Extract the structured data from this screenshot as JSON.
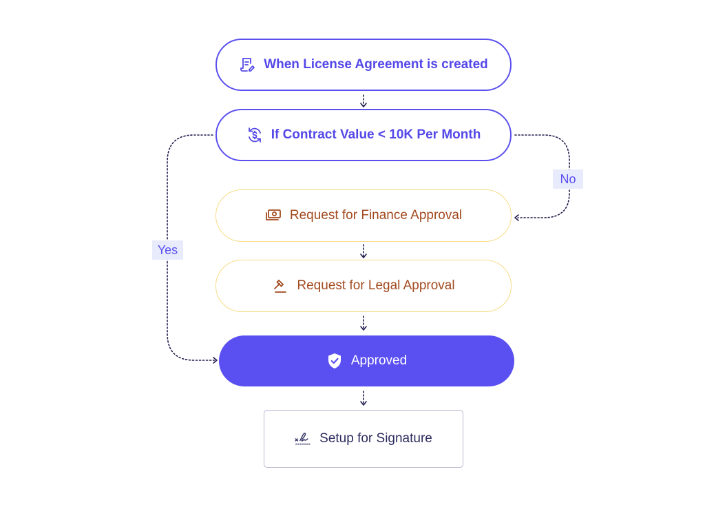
{
  "nodes": {
    "trigger": {
      "label": "When License Agreement is created",
      "icon": "document-edit-icon"
    },
    "condition": {
      "label": "If Contract Value < 10K Per Month",
      "icon": "currency-cycle-icon"
    },
    "finance": {
      "label": "Request for Finance Approval",
      "icon": "money-icon"
    },
    "legal": {
      "label": "Request for Legal Approval",
      "icon": "gavel-icon"
    },
    "approved": {
      "label": "Approved",
      "icon": "shield-check-icon"
    },
    "signature": {
      "label": "Setup for Signature",
      "icon": "signature-icon"
    }
  },
  "branches": {
    "no_label": "No",
    "yes_label": "Yes"
  },
  "colors": {
    "accent": "#5a4ff0",
    "action_text": "#a24a1f",
    "action_border": "#f7dc87",
    "connector": "#1e1b4b"
  }
}
